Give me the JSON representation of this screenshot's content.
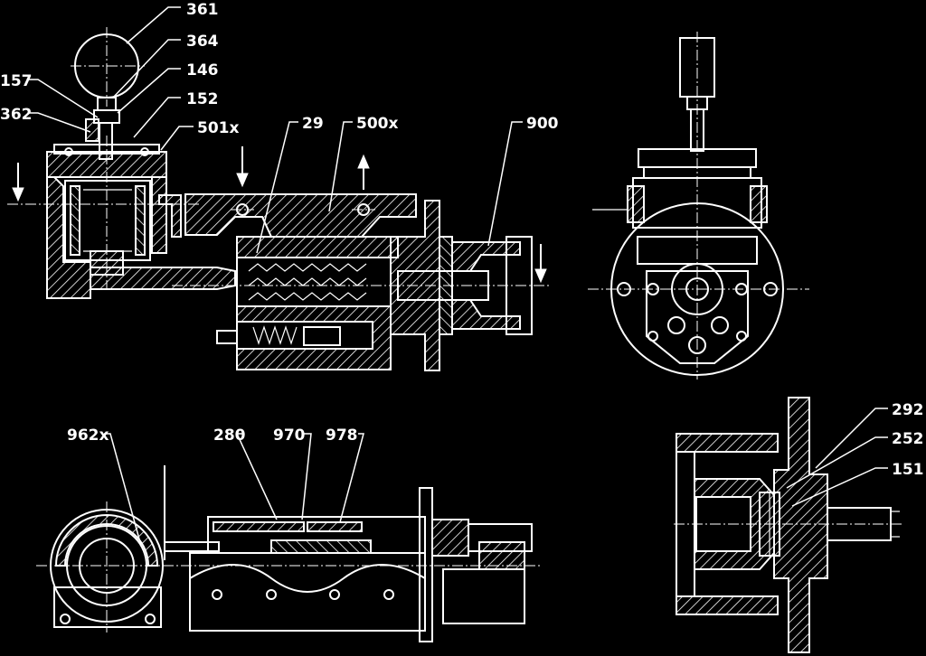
{
  "callouts": {
    "c361": "361",
    "c364": "364",
    "c146": "146",
    "c157": "157",
    "c152": "152",
    "c362": "362",
    "c501x": "501x",
    "c29": "29",
    "c500x": "500x",
    "c900": "900",
    "c962x": "962x",
    "c280": "280",
    "c970": "970",
    "c978": "978",
    "c292": "292",
    "c252": "252",
    "c151": "151"
  },
  "colors": {
    "background": "#000000",
    "lines": "#ffffff"
  }
}
